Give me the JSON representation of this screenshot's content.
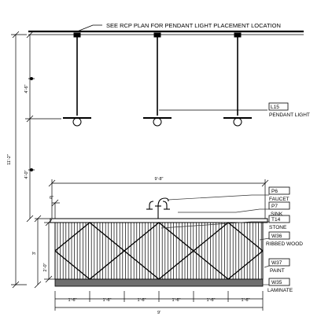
{
  "ceiling_note": "SEE RCP PLAN FOR PENDANT LIGHT PLACEMENT LOCATION",
  "tags": {
    "pendant": {
      "code": "L15",
      "desc": "PENDANT LIGHT"
    },
    "faucet": {
      "code": "P6",
      "desc": "FAUCET"
    },
    "sink": {
      "code": "P7",
      "desc": "SINK"
    },
    "stone": {
      "code": "T14",
      "desc": "STONE"
    },
    "wood": {
      "code": "W36",
      "desc": "RIBBED WOOD"
    },
    "paint": {
      "code": "W37",
      "desc": "PAINT"
    },
    "laminate": {
      "code": "W35",
      "desc": "LAMINATE"
    }
  },
  "dimensions": {
    "overall_height": "11'-2\"",
    "pendant_drop": "4'-6\"",
    "pendant_to_counter": "4'-0\"",
    "counter_height": "3'",
    "base_height": "2'-0\"",
    "sink_width": "9'-8\"",
    "overall_width": "9'",
    "faucet_height": "6\"",
    "segments": [
      "1'-6\"",
      "1'-6\"",
      "1'-6\"",
      "1'-6\"",
      "1'-6\"",
      "1'-6\""
    ]
  },
  "colors": {
    "line": "#000000",
    "base": "#6e6e6e",
    "leader": "#333333"
  }
}
